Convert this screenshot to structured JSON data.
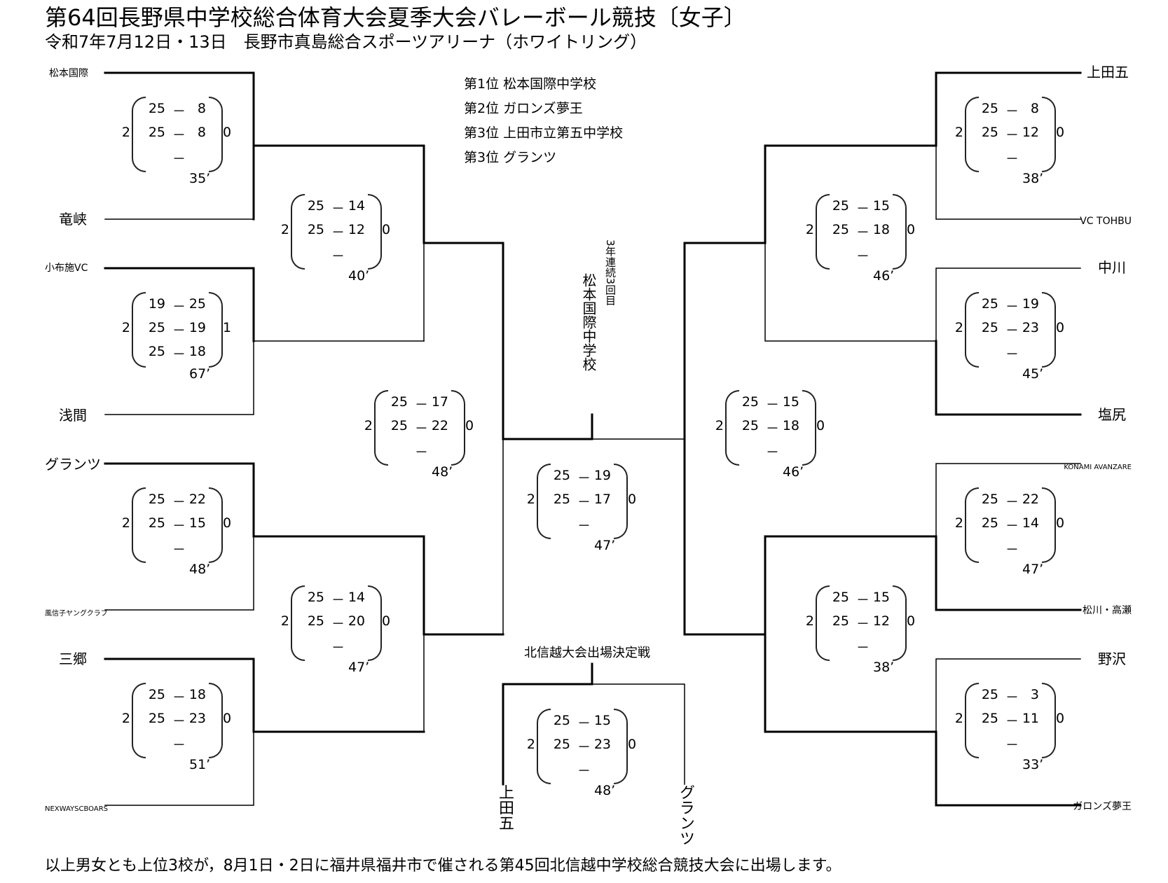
{
  "header": {
    "title": "第64回長野県中学校総合体育大会夏季大会バレーボール競技〔女子〕",
    "subtitle": "令和7年7月12日・13日　長野市真島総合スポーツアリーナ（ホワイトリング）"
  },
  "teams": {
    "left": [
      "松本国際",
      "竜峡",
      "小布施VC",
      "浅間",
      "グランツ",
      "風信子ヤングクラブ",
      "三郷",
      "NEXWAYSCBOARS"
    ],
    "right": [
      "上田五",
      "VC TOHBU",
      "中川",
      "塩尻",
      "KONAMI AVANZARE",
      "松川・高瀬",
      "野沢",
      "ガロンズ夢王"
    ]
  },
  "rankings": [
    "第1位 松本国際中学校",
    "第2位 ガロンズ夢王",
    "第3位 上田市立第五中学校",
    "第3位 グランツ"
  ],
  "champion": {
    "note": "3年連続3回目",
    "name": "松本国際中学校"
  },
  "third_place": {
    "label": "北信越大会出場決定戦",
    "team_left": "上田五",
    "team_right": "グランツ"
  },
  "matches": [
    {
      "id": "L1",
      "sets": [
        [
          "25",
          "8"
        ],
        [
          "25",
          "8"
        ],
        [
          "",
          ""
        ]
      ],
      "won": "2",
      "lost": "0",
      "time": "35’"
    },
    {
      "id": "L2",
      "sets": [
        [
          "19",
          "25"
        ],
        [
          "25",
          "19"
        ],
        [
          "25",
          "18"
        ]
      ],
      "won": "2",
      "lost": "1",
      "time": "67’"
    },
    {
      "id": "L3",
      "sets": [
        [
          "25",
          "22"
        ],
        [
          "25",
          "15"
        ],
        [
          "",
          ""
        ]
      ],
      "won": "2",
      "lost": "0",
      "time": "48’"
    },
    {
      "id": "L4",
      "sets": [
        [
          "25",
          "18"
        ],
        [
          "25",
          "23"
        ],
        [
          "",
          ""
        ]
      ],
      "won": "2",
      "lost": "0",
      "time": "51’"
    },
    {
      "id": "L5",
      "sets": [
        [
          "25",
          "14"
        ],
        [
          "25",
          "12"
        ],
        [
          "",
          ""
        ]
      ],
      "won": "2",
      "lost": "0",
      "time": "40’"
    },
    {
      "id": "L6",
      "sets": [
        [
          "25",
          "14"
        ],
        [
          "25",
          "20"
        ],
        [
          "",
          ""
        ]
      ],
      "won": "2",
      "lost": "0",
      "time": "47’"
    },
    {
      "id": "L7",
      "sets": [
        [
          "25",
          "17"
        ],
        [
          "25",
          "22"
        ],
        [
          "",
          ""
        ]
      ],
      "won": "2",
      "lost": "0",
      "time": "48’"
    },
    {
      "id": "F",
      "sets": [
        [
          "25",
          "19"
        ],
        [
          "25",
          "17"
        ],
        [
          "",
          ""
        ]
      ],
      "won": "2",
      "lost": "0",
      "time": "47’"
    },
    {
      "id": "R7",
      "sets": [
        [
          "25",
          "15"
        ],
        [
          "25",
          "18"
        ],
        [
          "",
          ""
        ]
      ],
      "won": "2",
      "lost": "0",
      "time": "46’"
    },
    {
      "id": "R5",
      "sets": [
        [
          "25",
          "15"
        ],
        [
          "25",
          "18"
        ],
        [
          "",
          ""
        ]
      ],
      "won": "2",
      "lost": "0",
      "time": "46’"
    },
    {
      "id": "R6",
      "sets": [
        [
          "25",
          "15"
        ],
        [
          "25",
          "12"
        ],
        [
          "",
          ""
        ]
      ],
      "won": "2",
      "lost": "0",
      "time": "38’"
    },
    {
      "id": "R1",
      "sets": [
        [
          "25",
          "8"
        ],
        [
          "25",
          "12"
        ],
        [
          "",
          ""
        ]
      ],
      "won": "2",
      "lost": "0",
      "time": "38’"
    },
    {
      "id": "R2",
      "sets": [
        [
          "25",
          "19"
        ],
        [
          "25",
          "23"
        ],
        [
          "",
          ""
        ]
      ],
      "won": "2",
      "lost": "0",
      "time": "45’"
    },
    {
      "id": "R3",
      "sets": [
        [
          "25",
          "22"
        ],
        [
          "25",
          "14"
        ],
        [
          "",
          ""
        ]
      ],
      "won": "2",
      "lost": "0",
      "time": "47’"
    },
    {
      "id": "R4",
      "sets": [
        [
          "25",
          "3"
        ],
        [
          "25",
          "11"
        ],
        [
          "",
          ""
        ]
      ],
      "won": "2",
      "lost": "0",
      "time": "33’"
    },
    {
      "id": "T3",
      "sets": [
        [
          "25",
          "15"
        ],
        [
          "25",
          "23"
        ],
        [
          "",
          ""
        ]
      ],
      "won": "2",
      "lost": "0",
      "time": "48’"
    }
  ],
  "footer": "以上男女とも上位3校が，8月1日・2日に福井県福井市で催される第45回北信越中学校総合競技大会に出場します。"
}
